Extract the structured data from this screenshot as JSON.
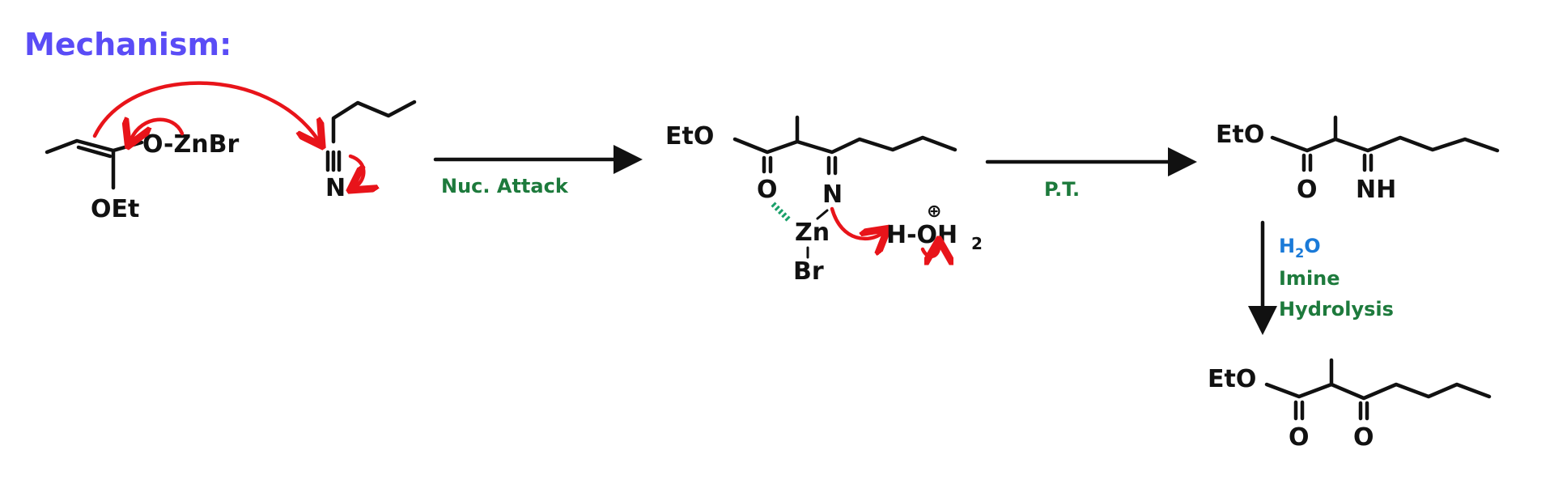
{
  "title": "Mechanism:",
  "colors": {
    "title": "#5a4cf6",
    "arrow": "#e8141a",
    "label": "#1d7a3c",
    "water": "#1a7ad8",
    "hash": "#1aa06a"
  },
  "step1": {
    "label": "Nuc. Attack",
    "enolate": {
      "o_zn": "O-ZnBr",
      "oet": "OEt"
    },
    "nitrile": {
      "n": "N"
    }
  },
  "step2": {
    "label": "P.T.",
    "eto": "EtO",
    "o": "O",
    "n": "N",
    "zn": "Zn",
    "br": "Br",
    "hydronium": "H-OH",
    "sub2": "2",
    "plus": "⊕"
  },
  "step3": {
    "reagent": "H",
    "reagent_sub": "2",
    "reagent_o": "O",
    "label_line1": "Imine",
    "label_line2": "Hydrolysis",
    "eto": "EtO",
    "o": "O",
    "nh": "NH"
  },
  "product": {
    "eto": "EtO",
    "o1": "O",
    "o2": "O"
  }
}
